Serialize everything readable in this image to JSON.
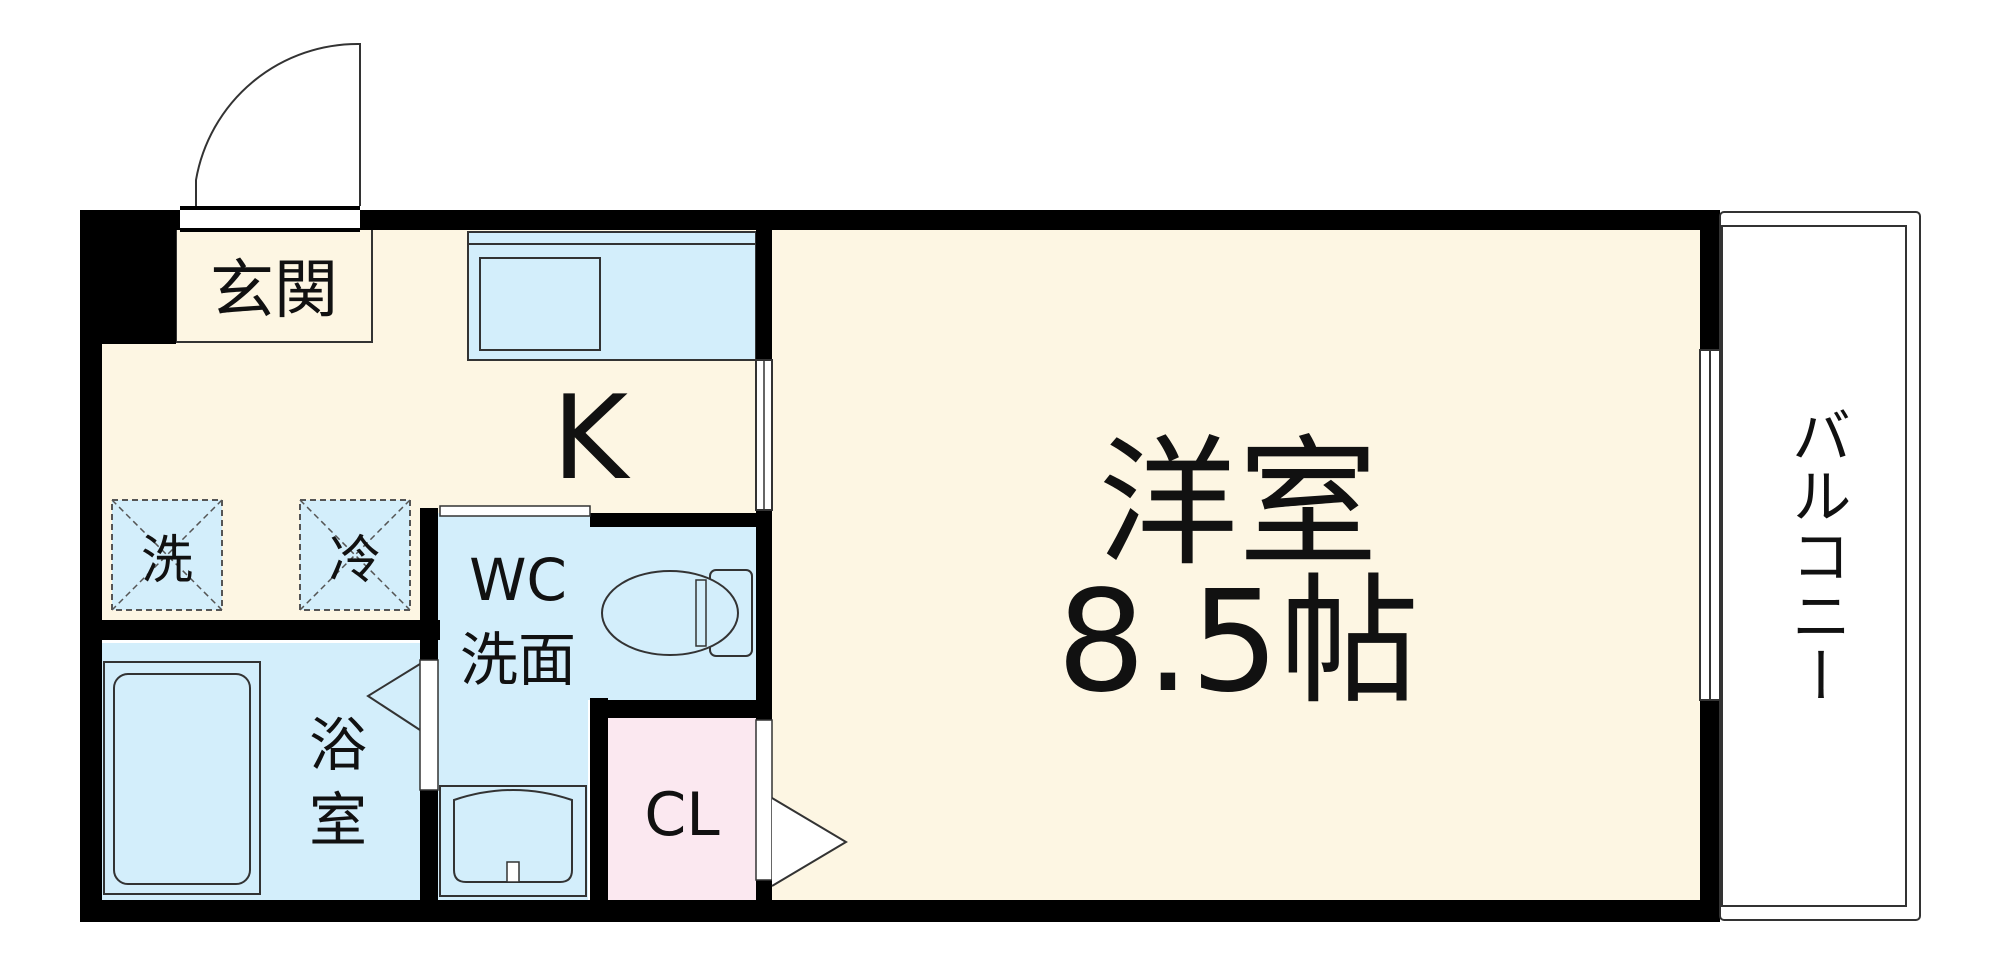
{
  "rooms": {
    "genkan": {
      "label": "玄関"
    },
    "kitchen": {
      "label": "K"
    },
    "washer": {
      "label": "洗"
    },
    "fridge": {
      "label": "冷"
    },
    "wc_line1": {
      "label": "WC"
    },
    "wc_line2": {
      "label": "洗面"
    },
    "bath_line1": {
      "label": "浴"
    },
    "bath_line2": {
      "label": "室"
    },
    "closet": {
      "label": "CL"
    },
    "western_line1": {
      "label": "洋室"
    },
    "western_line2": {
      "label": "8.5帖"
    },
    "balcony": {
      "label": "バルコニー"
    }
  },
  "colors": {
    "wall": "#000000",
    "floor": "#fdf6e3",
    "wet_area": "#d3eefb",
    "closet": "#fbe8f0",
    "line": "#333333"
  }
}
